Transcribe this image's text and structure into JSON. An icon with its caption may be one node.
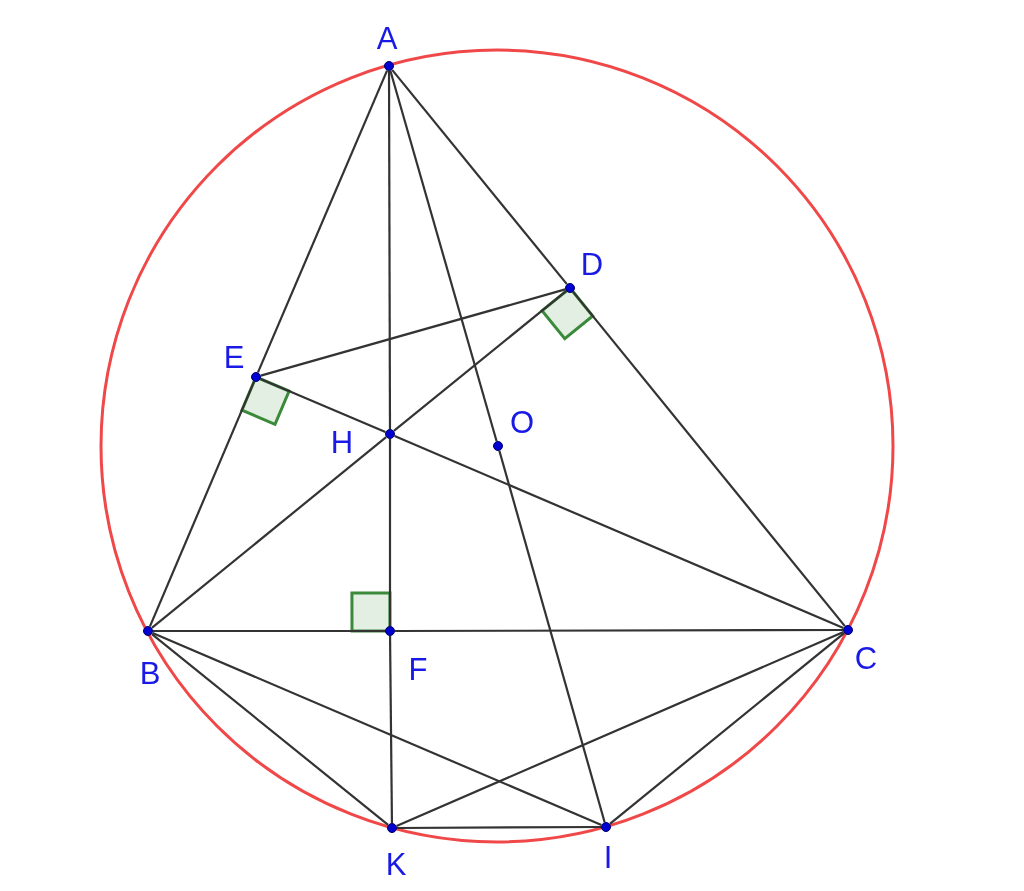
{
  "diagram": {
    "nodes": [
      {
        "text": [
          "A"
        ]
      },
      {
        "text": [
          "D"
        ]
      },
      {
        "text": [
          "E"
        ]
      },
      {
        "text": [
          "H"
        ]
      },
      {
        "text": [
          "O"
        ]
      },
      {
        "text": [
          "B"
        ]
      },
      {
        "text": [
          "F"
        ]
      },
      {
        "text": [
          "C"
        ]
      },
      {
        "text": [
          "K"
        ]
      },
      {
        "text": [
          "I"
        ]
      }
    ],
    "edges": [
      {
        "from": 0,
        "to": 2,
        "arrow": "none"
      },
      {
        "from": 2,
        "to": 5,
        "arrow": "none"
      },
      {
        "from": 0,
        "to": 1,
        "arrow": "none"
      },
      {
        "from": 1,
        "to": 7,
        "arrow": "none"
      },
      {
        "from": 5,
        "to": 6,
        "arrow": "none"
      },
      {
        "from": 6,
        "to": 7,
        "arrow": "none"
      },
      {
        "from": 0,
        "to": 3,
        "arrow": "none"
      },
      {
        "from": 3,
        "to": 6,
        "arrow": "none"
      },
      {
        "from": 6,
        "to": 8,
        "arrow": "none"
      },
      {
        "from": 0,
        "to": 4,
        "arrow": "none"
      },
      {
        "from": 4,
        "to": 9,
        "arrow": "none"
      },
      {
        "from": 5,
        "to": 3,
        "arrow": "none"
      },
      {
        "from": 3,
        "to": 1,
        "arrow": "none"
      },
      {
        "from": 7,
        "to": 3,
        "arrow": "none"
      },
      {
        "from": 3,
        "to": 2,
        "arrow": "none"
      },
      {
        "from": 2,
        "to": 1,
        "arrow": "none"
      },
      {
        "from": 5,
        "to": 8,
        "arrow": "none"
      },
      {
        "from": 5,
        "to": 9,
        "arrow": "none"
      },
      {
        "from": 7,
        "to": 8,
        "arrow": "none"
      },
      {
        "from": 7,
        "to": 9,
        "arrow": "none"
      },
      {
        "from": 8,
        "to": 9,
        "arrow": "none"
      }
    ]
  }
}
